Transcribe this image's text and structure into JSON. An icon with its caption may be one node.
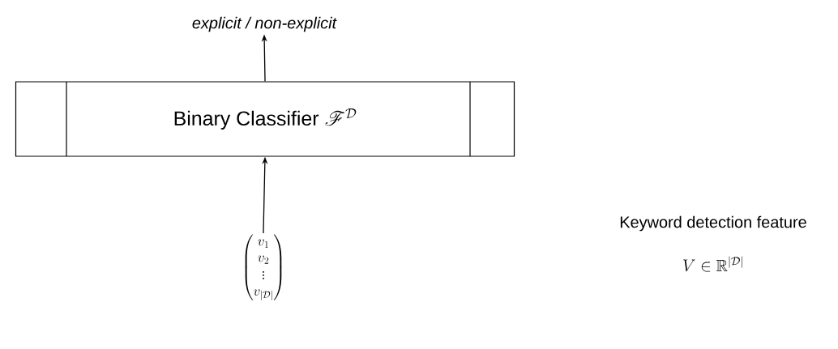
{
  "diagram": {
    "nodes": [
      {
        "text": [
          "explicit / non-explicit"
        ]
      },
      {
        "text": [
          "Binary Classifier",
          "\\mathscr{F}^{\\mathcal{D}}"
        ]
      },
      {
        "text": [
          "\\begin{pmatrix} v_1 \\\\ v_2 \\\\ \\vdots \\\\ v_{|\\mathcal{D}|} \\end{pmatrix}"
        ]
      }
    ],
    "edges": [
      {
        "from": 2,
        "to": 1,
        "arrow": "to"
      },
      {
        "from": 1,
        "to": 0,
        "arrow": "to"
      }
    ],
    "labels": [
      "Keyword detection feature",
      "V \\in \\mathbb{R}^{|\\mathcal{D}|}"
    ]
  }
}
